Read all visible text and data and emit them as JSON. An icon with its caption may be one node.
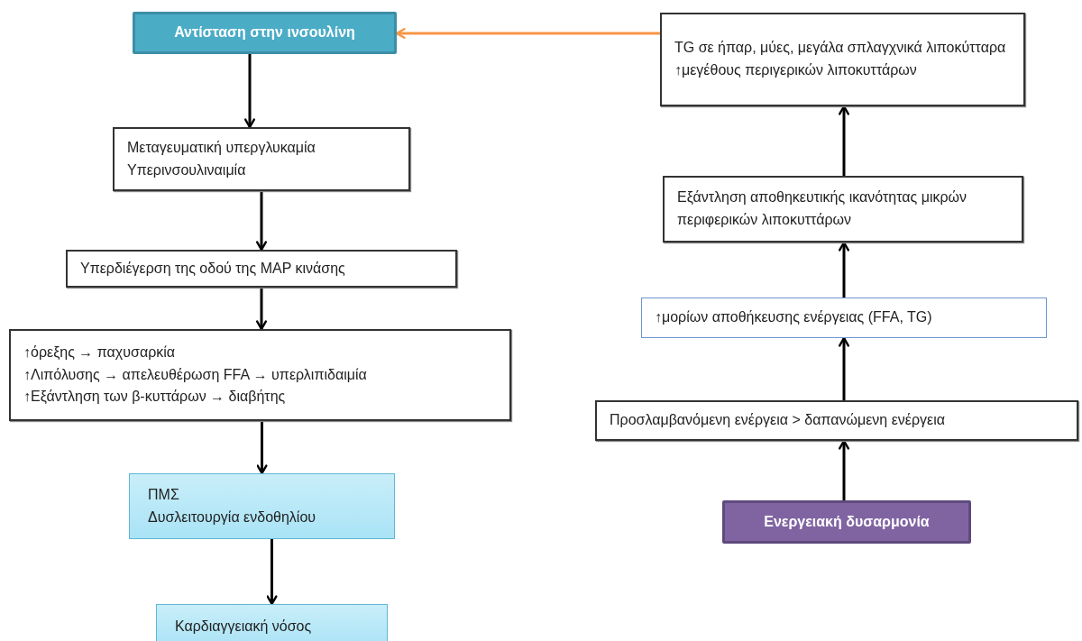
{
  "diagram": {
    "nodes": [
      {
        "text": [
          "Αντίσταση στην ινσουλίνη"
        ]
      },
      {
        "text": [
          "Μεταγευματική υπεργλυκαμία",
          "Υπερινσουλιναιμία"
        ]
      },
      {
        "text": [
          "Υπερδιέγερση της οδού της MAP κινάσης"
        ]
      },
      {
        "text": [
          "↑όρεξης → παχυσαρκία",
          "↑Λιπόλυσης → απελευθέρωση FFA → υπερλιπιδαιμία",
          "↑Εξάντληση των β-κυττάρων → διαβήτης"
        ]
      },
      {
        "text": [
          "ΠΜΣ",
          "Δυσλειτουργία ενδοθηλίου"
        ]
      },
      {
        "text": [
          "Καρδιαγγειακή νόσος"
        ]
      },
      {
        "text": [
          "TG σε ήπαρ, μύες, μεγάλα σπλαγχνικά λιποκύτταρα",
          "↑μεγέθους περιγερικών λιποκυττάρων"
        ]
      },
      {
        "text": [
          "Εξάντληση αποθηκευτικής ικανότητας μικρών περιφερικών λιποκυττάρων"
        ]
      },
      {
        "text": [
          "↑μορίων αποθήκευσης ενέργειας (FFA, TG)"
        ]
      },
      {
        "text": [
          "Προσλαμβανόμενη ενέργεια > δαπανώμενη ενέργεια"
        ]
      },
      {
        "text": [
          "Ενεργειακή δυσαρμονία"
        ]
      }
    ],
    "edges": [
      {
        "from": 0,
        "to": 1,
        "arrow": "to"
      },
      {
        "from": 1,
        "to": 2,
        "arrow": "to"
      },
      {
        "from": 2,
        "to": 3,
        "arrow": "to"
      },
      {
        "from": 3,
        "to": 4,
        "arrow": "to"
      },
      {
        "from": 4,
        "to": 5,
        "arrow": "to"
      },
      {
        "from": 6,
        "to": 0,
        "arrow": "to",
        "color": "#f79646"
      },
      {
        "from": 10,
        "to": 9,
        "arrow": "to"
      },
      {
        "from": 9,
        "to": 8,
        "arrow": "to"
      },
      {
        "from": 8,
        "to": 7,
        "arrow": "to"
      },
      {
        "from": 7,
        "to": 6,
        "arrow": "to"
      }
    ]
  }
}
